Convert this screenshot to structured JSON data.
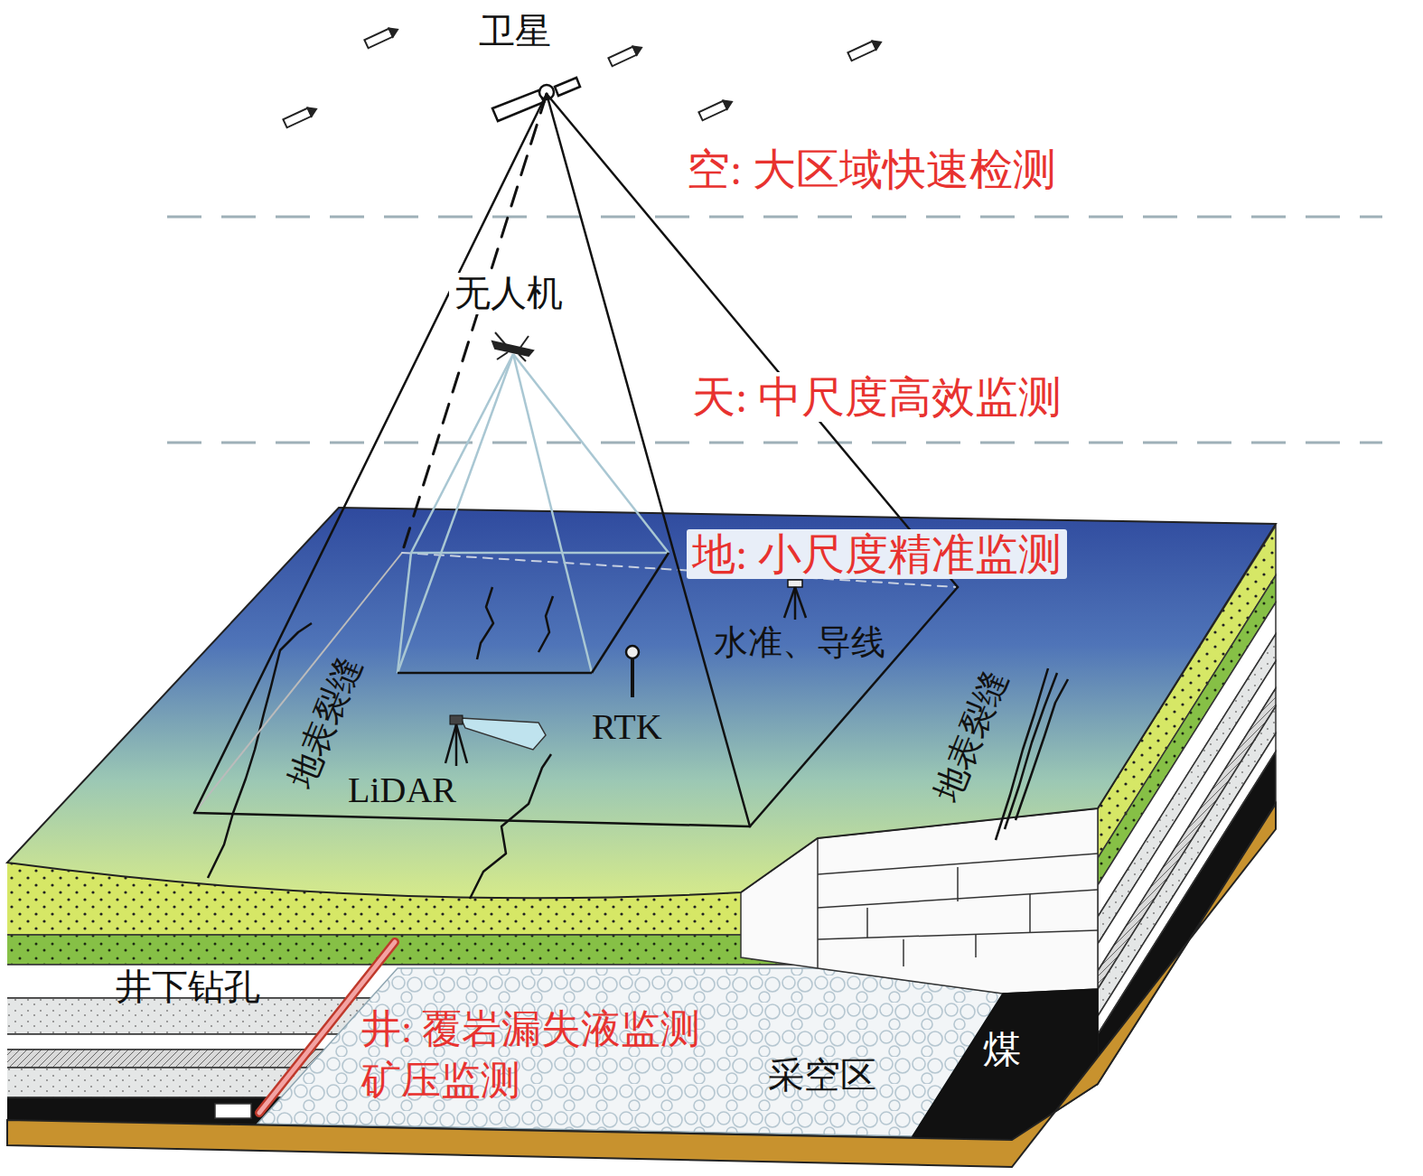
{
  "diagram": {
    "labels": [
      "卫星",
      "空: 大区域快速检测",
      "无人机",
      "天: 中尺度高效监测",
      "地: 小尺度精准监测",
      "水准、导线",
      "地表裂缝",
      "RTK",
      "地表裂缝",
      "LiDAR",
      "井下钻孔",
      "井: 覆岩漏失液监测",
      "矿压监测",
      "采空区",
      "煤"
    ]
  }
}
